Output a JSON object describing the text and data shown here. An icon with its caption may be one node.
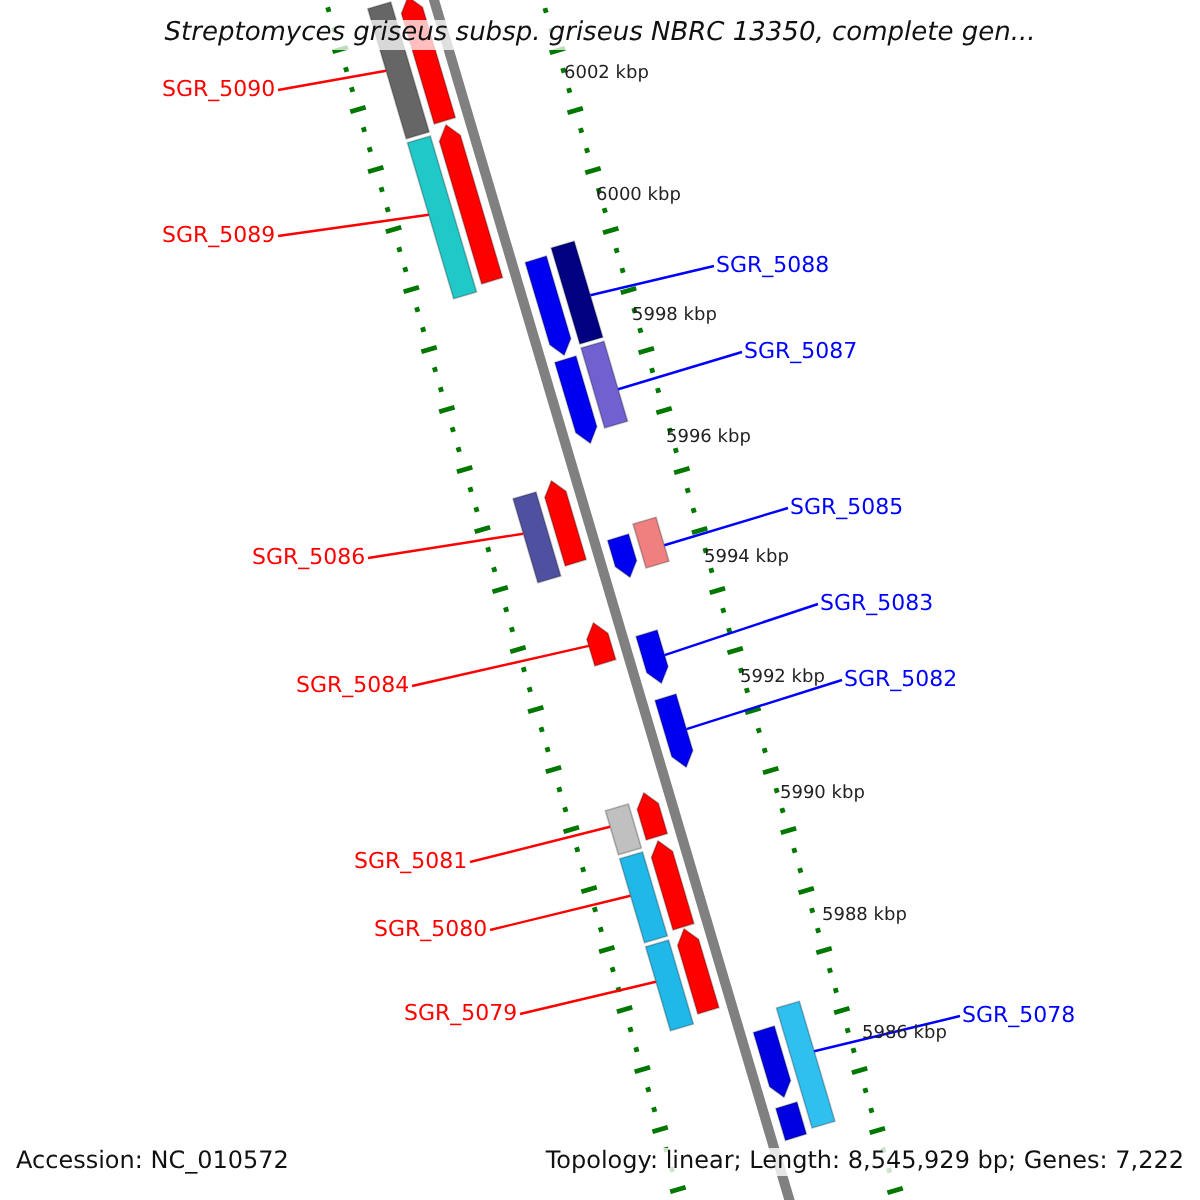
{
  "diagram": {
    "title": "Streptomyces griseus subsp. griseus NBRC 13350, complete gen...",
    "nodes": [
      {
        "text": [
          "SGR_5090"
        ]
      },
      {
        "text": [],
        "shape": "bar"
      },
      {
        "text": [
          "SGR_5089"
        ]
      },
      {
        "text": [],
        "shape": "bar"
      },
      {
        "text": [
          "SGR_5088"
        ]
      },
      {
        "text": [],
        "shape": "bar"
      },
      {
        "text": [
          "SGR_5087"
        ]
      },
      {
        "text": [],
        "shape": "bar"
      },
      {
        "text": [
          "SGR_5086"
        ]
      },
      {
        "text": [],
        "shape": "bar"
      },
      {
        "text": [
          "SGR_5085"
        ]
      },
      {
        "text": [],
        "shape": "bar"
      },
      {
        "text": [
          "SGR_5084"
        ]
      },
      {
        "text": [],
        "shape": "bar"
      },
      {
        "text": [
          "SGR_5083"
        ]
      },
      {
        "text": [],
        "shape": "bar"
      },
      {
        "text": [
          "SGR_5082"
        ]
      },
      {
        "text": [],
        "shape": "bar"
      },
      {
        "text": [
          "SGR_5081"
        ]
      },
      {
        "text": [],
        "shape": "bar"
      },
      {
        "text": [
          "SGR_5080"
        ]
      },
      {
        "text": [],
        "shape": "bar"
      },
      {
        "text": [
          "SGR_5079"
        ]
      },
      {
        "text": [],
        "shape": "bar"
      },
      {
        "text": [
          "SGR_5078"
        ]
      },
      {
        "text": [],
        "shape": "bar"
      }
    ],
    "edges": [
      {
        "from": 0,
        "to": 1,
        "arrow": "none"
      },
      {
        "from": 2,
        "to": 3,
        "arrow": "none"
      },
      {
        "from": 4,
        "to": 5,
        "arrow": "none",
        "color": "#0000ff"
      },
      {
        "from": 6,
        "to": 7,
        "arrow": "none",
        "color": "#0000ff"
      },
      {
        "from": 8,
        "to": 9,
        "arrow": "none"
      },
      {
        "from": 10,
        "to": 11,
        "arrow": "none",
        "color": "#0000ff"
      },
      {
        "from": 12,
        "to": 13,
        "arrow": "none"
      },
      {
        "from": 14,
        "to": 15,
        "arrow": "none",
        "color": "#0000ff"
      },
      {
        "from": 16,
        "to": 17,
        "arrow": "none",
        "color": "#0000ff"
      },
      {
        "from": 18,
        "to": 19,
        "arrow": "none"
      },
      {
        "from": 20,
        "to": 21,
        "arrow": "none"
      },
      {
        "from": 22,
        "to": 23,
        "arrow": "none"
      },
      {
        "from": 24,
        "to": 25,
        "arrow": "none",
        "color": "#0000ff"
      }
    ],
    "labels": [
      "6002 kbp",
      "6000 kbp",
      "5998 kbp",
      "5996 kbp",
      "5994 kbp",
      "5992 kbp",
      "5990 kbp",
      "5988 kbp",
      "5986 kbp",
      "Accession: NC_010572",
      "Topology: linear; Length: 8,545,929 bp; Genes: 7,222"
    ]
  }
}
